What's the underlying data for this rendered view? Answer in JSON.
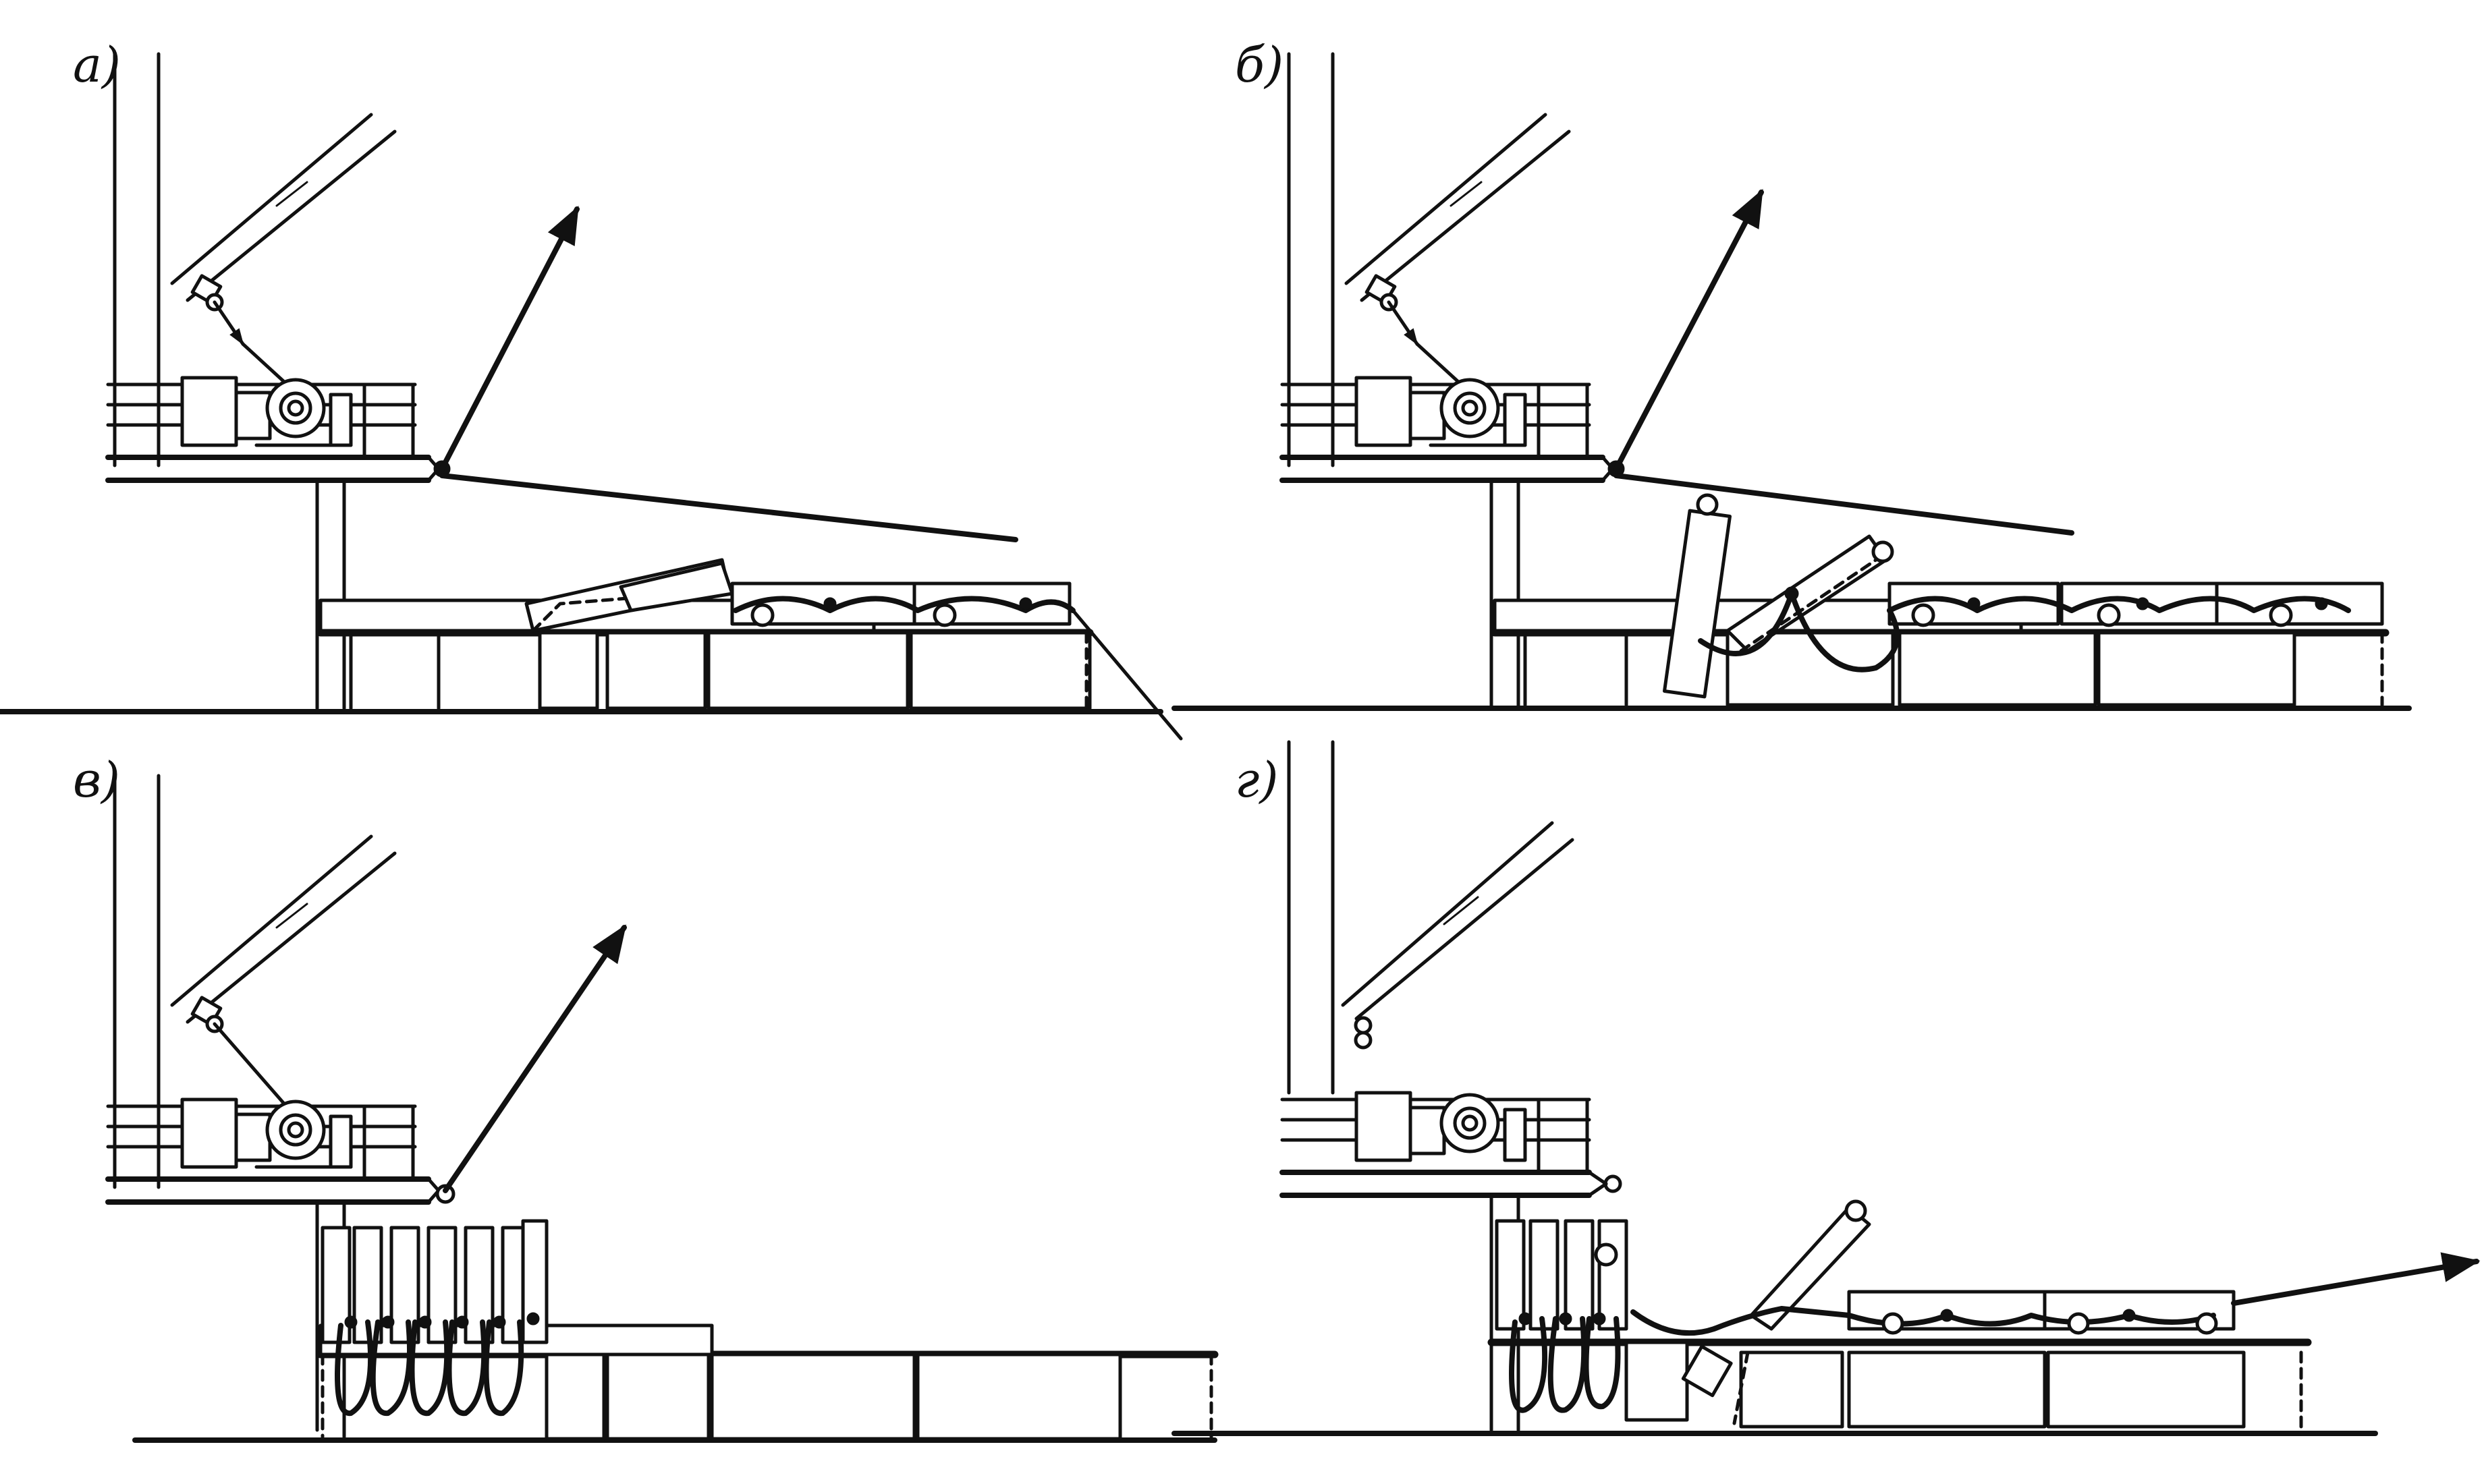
{
  "panels": [
    {
      "id": "a",
      "label": "а)"
    },
    {
      "id": "b",
      "label": "б)"
    },
    {
      "id": "v",
      "label": "в)"
    },
    {
      "id": "g",
      "label": "г)"
    }
  ],
  "colors": {
    "ink": "#111111",
    "paper": "#ffffff"
  }
}
